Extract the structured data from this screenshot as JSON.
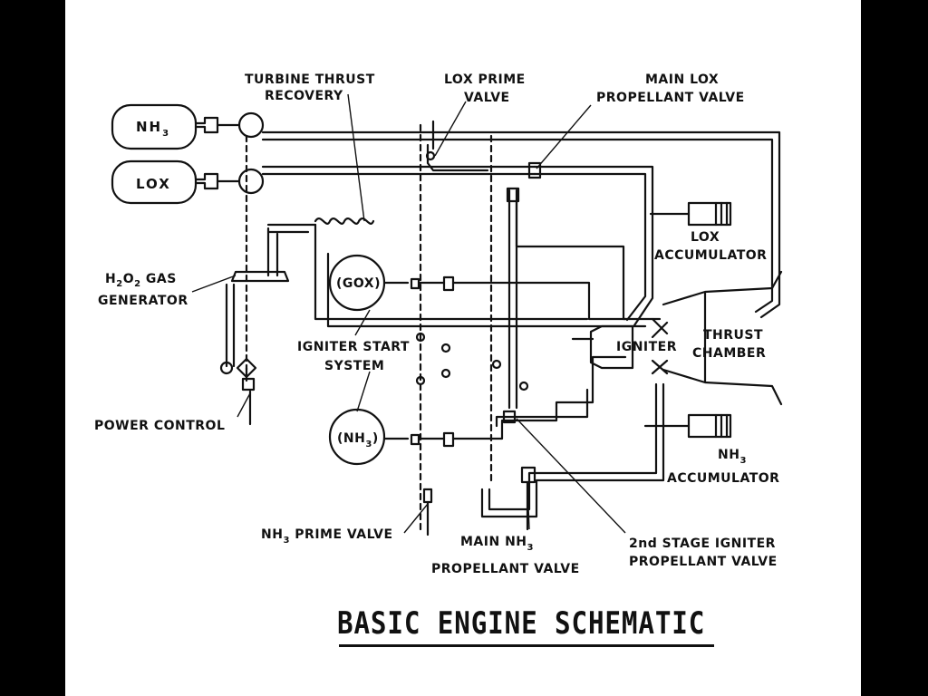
{
  "diagram": {
    "title": "BASIC ENGINE SCHEMATIC",
    "tanks": {
      "nh3": {
        "base": "NH",
        "sub": "3"
      },
      "lox": "LOX"
    },
    "labels": {
      "turbine_thrust_recovery": [
        "TURBINE THRUST",
        "RECOVERY"
      ],
      "lox_prime_valve": [
        "LOX PRIME",
        "VALVE"
      ],
      "main_lox_propellant_valve": [
        "MAIN LOX",
        "PROPELLANT VALVE"
      ],
      "lox_accumulator": [
        "LOX",
        "ACCUMULATOR"
      ],
      "h2o2_gas_generator": {
        "line1_parts": [
          "H",
          "2",
          "O",
          "2",
          " GAS"
        ],
        "line2": "GENERATOR"
      },
      "gox": "(GOX)",
      "igniter_start_system": [
        "IGNITER START",
        "SYSTEM"
      ],
      "igniter": "IGNITER",
      "thrust_chamber": [
        "THRUST",
        "CHAMBER"
      ],
      "power_control": "POWER  CONTROL",
      "nh3_igniter": {
        "open": "(NH",
        "sub": "3",
        "close": ")"
      },
      "nh3_accumulator": {
        "line1_base": "NH",
        "line1_sub": "3",
        "line2": "ACCUMULATOR"
      },
      "nh3_prime_valve": {
        "base": "NH",
        "sub": "3",
        "rest": " PRIME  VALVE"
      },
      "main_nh3_propellant_valve": {
        "line1_base": "MAIN  NH",
        "line1_sub": "3",
        "line2": "PROPELLANT VALVE"
      },
      "second_stage_igniter_propellant_valve": [
        "2nd STAGE IGNITER",
        "PROPELLANT VALVE"
      ]
    }
  }
}
